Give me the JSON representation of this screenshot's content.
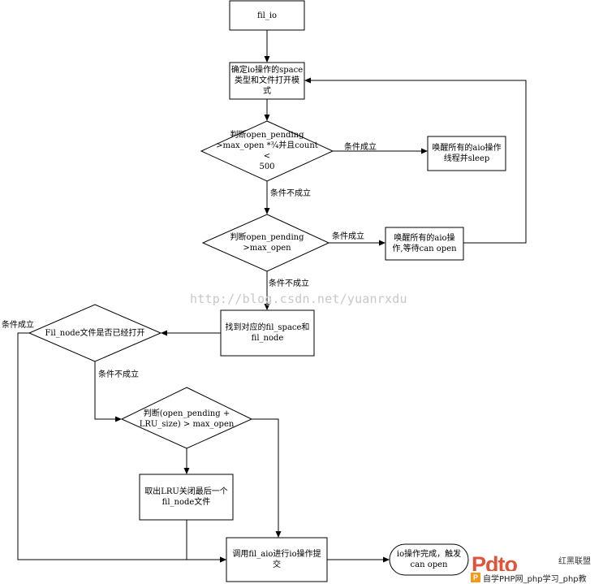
{
  "nodes": {
    "start": "fil_io",
    "determine_space": "确定io操作的space\n类型和文件打开模\n式",
    "check_pending_count": "判断open_pending\n>max_open *¾并且count <\n500",
    "wake_all_sleep": "唤醒所有的aio操作\n线程并sleep",
    "check_pending_max": "判断open_pending\n>max_open",
    "wake_all_wait": "唤醒所有的aio操\n作,等待can open",
    "find_space_node": "找到对应的fil_space和\nfil_node",
    "check_node_open": "Fil_node文件是否已经打开",
    "check_lru": "判断(open_pending +\nLRU_size) > max_open",
    "close_lru": "取出LRU关闭最后一个\nfil_node文件",
    "submit_aio": "调用fil_aio进行io操作提\n交",
    "finish": "io操作完成，触发\ncan open"
  },
  "edge_labels": {
    "cond_true_1": "条件成立",
    "cond_false_1": "条件不成立",
    "cond_true_2": "条件成立",
    "cond_false_2": "条件不成立",
    "cond_true_3": "条件成立",
    "cond_false_3": "条件不成立"
  },
  "watermark": "http://blog.csdn.net/yuanrxdu",
  "logo": {
    "mark": "Pdto",
    "cn": "红黑联盟",
    "badge": "P",
    "sub": "自学PHP网_php学习_php教"
  }
}
